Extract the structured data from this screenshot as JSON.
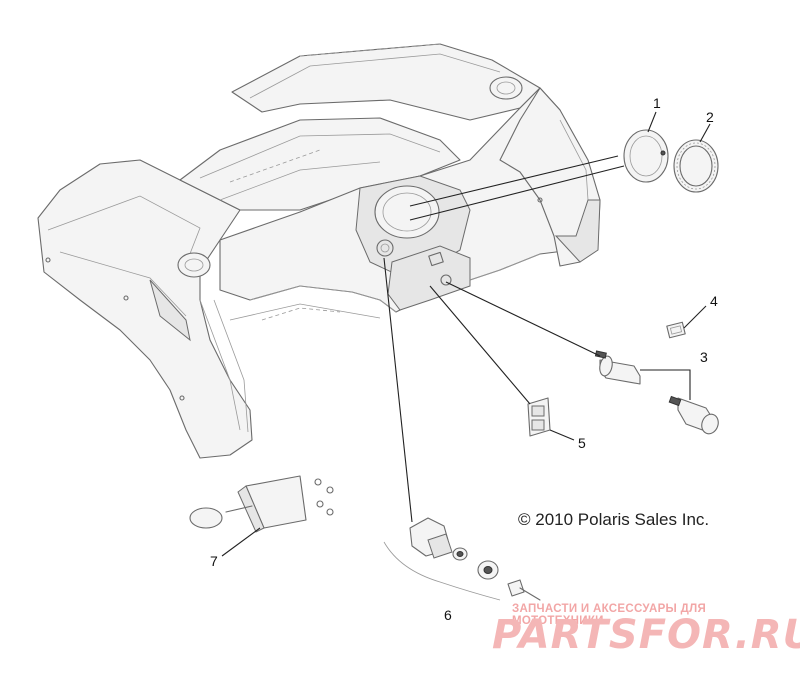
{
  "copyright": "© 2010 Polaris Sales Inc.",
  "watermark": {
    "tagline": "ЗАПЧАСТИ И АКСЕССУАРЫ ДЛЯ МОТОТЕХНИКИ",
    "logo": "PARTSFOR.RU",
    "color": "#f4b6b6"
  },
  "callouts": [
    "1",
    "2",
    "3",
    "4",
    "5",
    "6",
    "7"
  ],
  "colors": {
    "line": "#6b6b6b",
    "leader": "#222222",
    "fill": "#f4f4f4"
  }
}
